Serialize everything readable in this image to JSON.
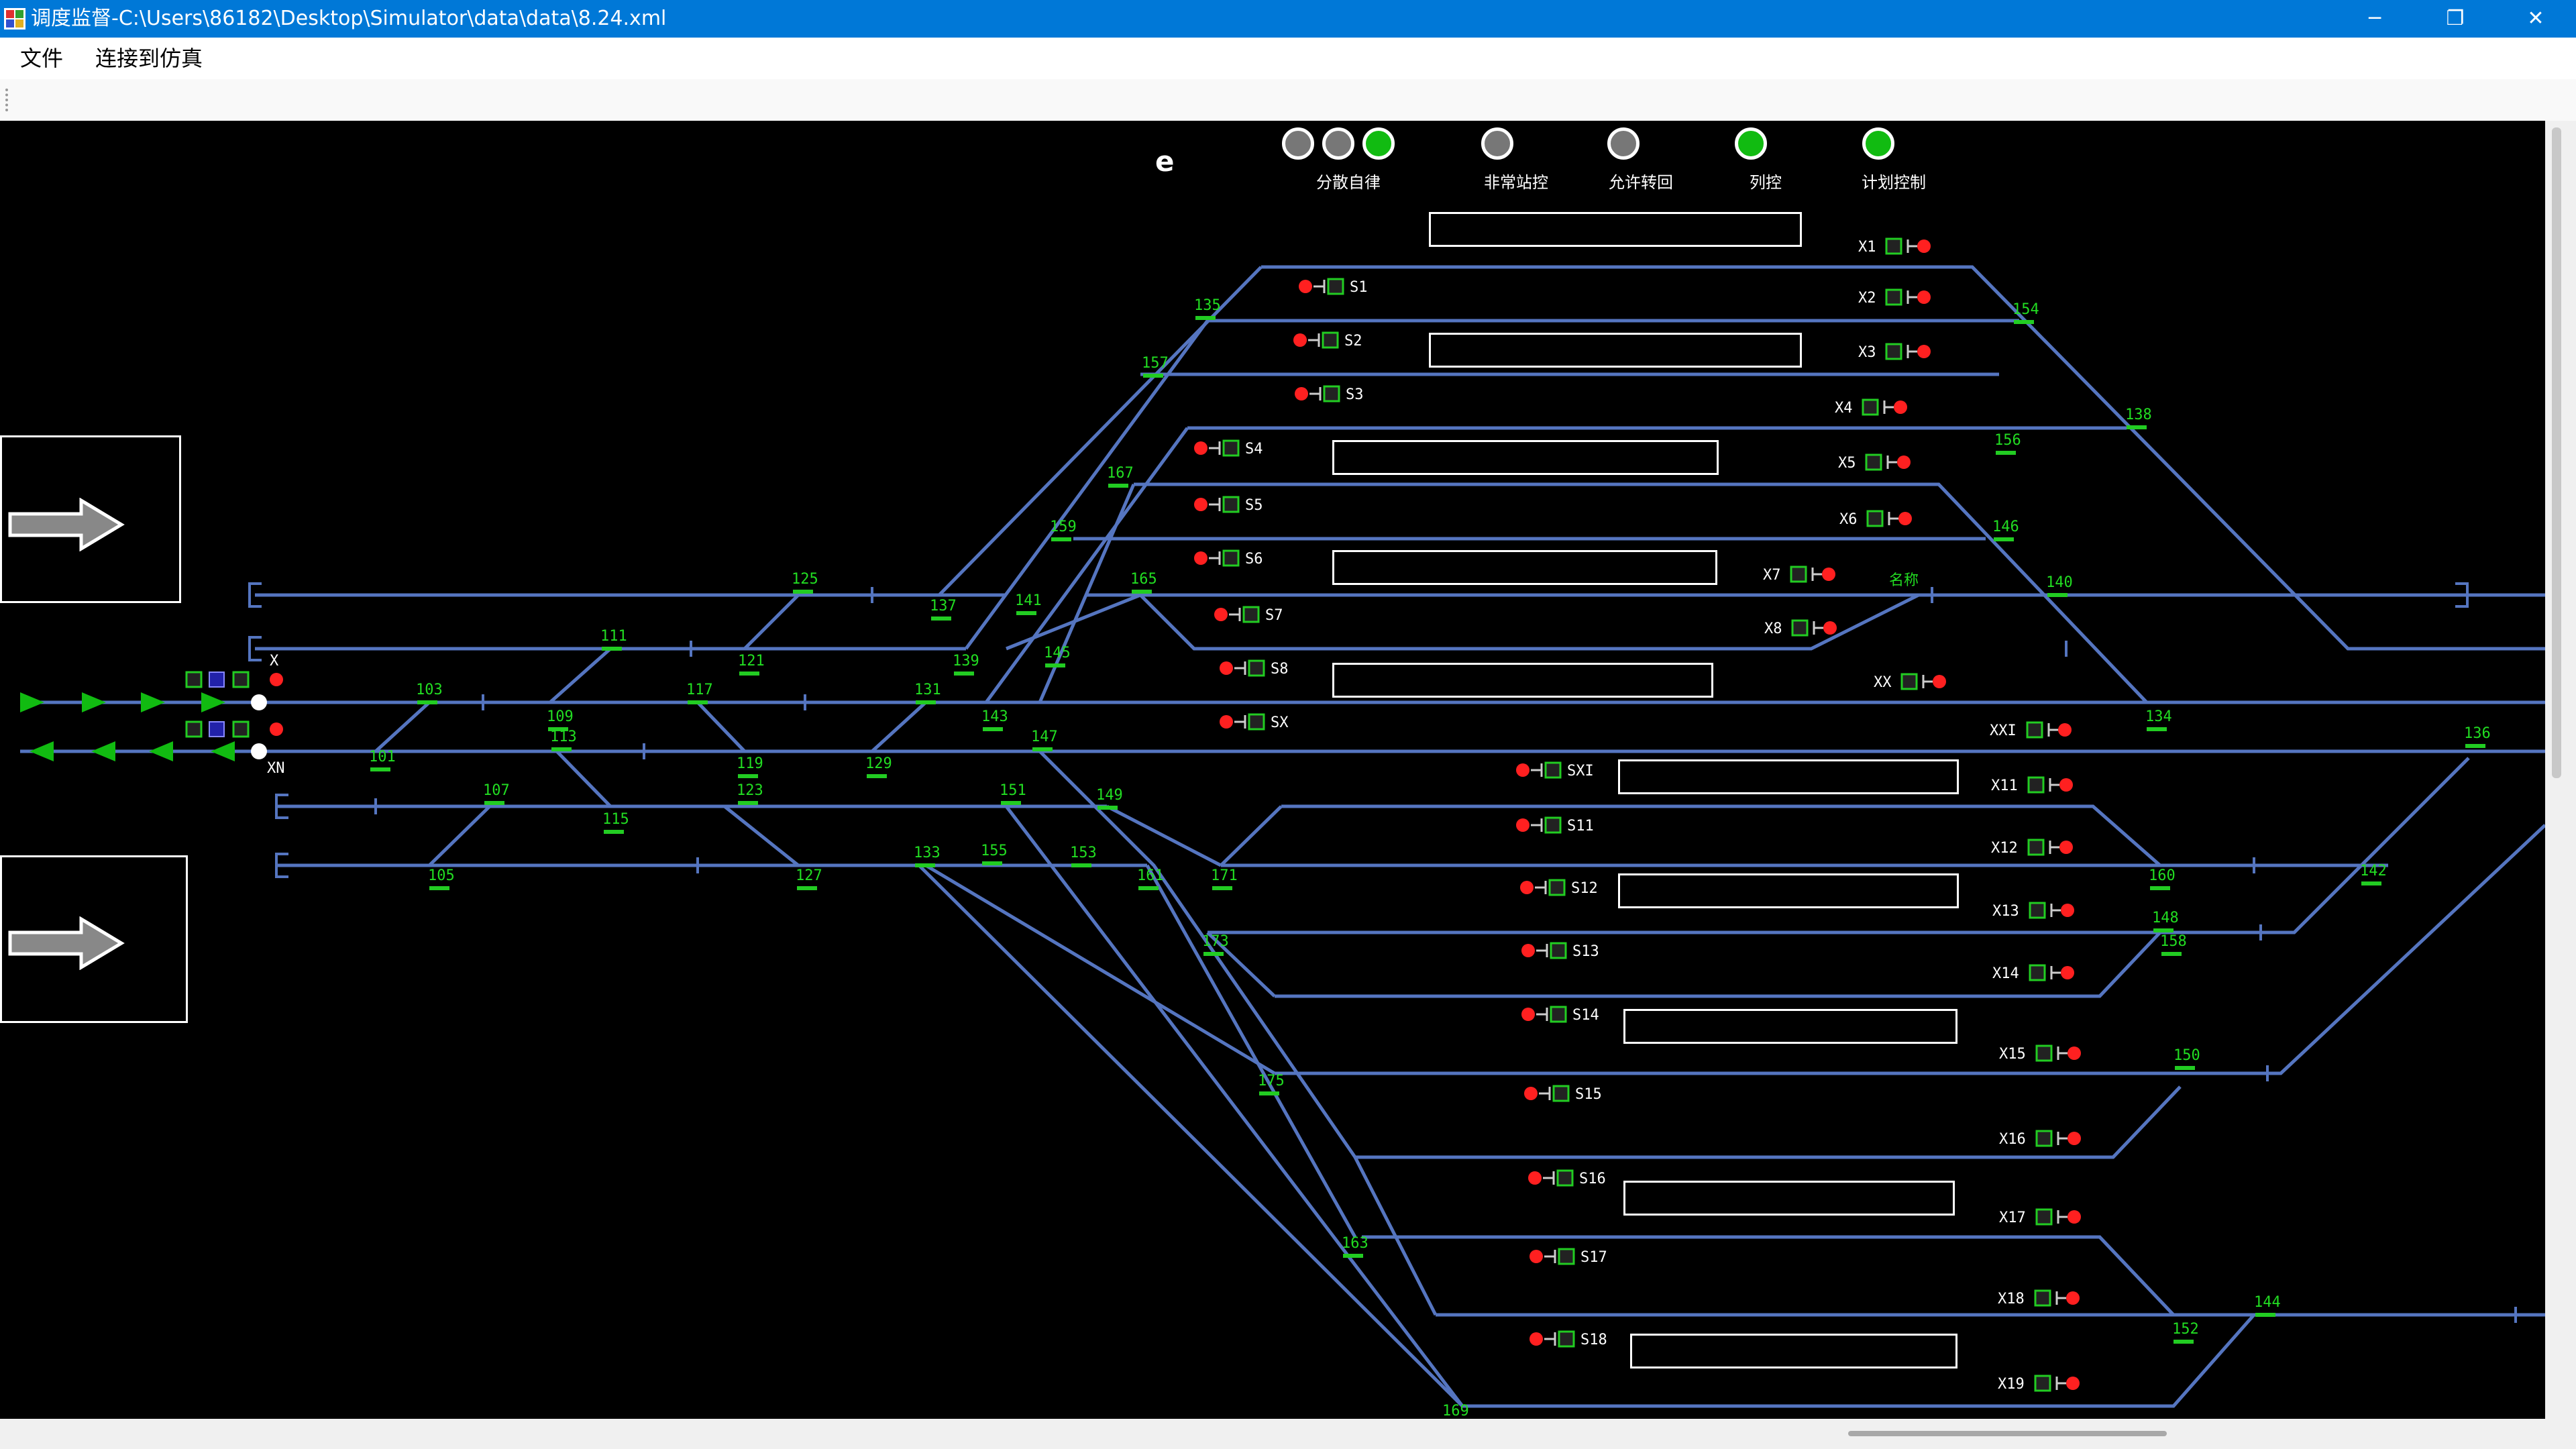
{
  "window": {
    "title": "调度监督-C:\\Users\\86182\\Desktop\\Simulator\\data\\data\\8.24.xml",
    "minimize": "─",
    "restore": "❐",
    "close": "✕"
  },
  "menu": {
    "file": "文件",
    "connect": "连接到仿真"
  },
  "panel": {
    "letter": "e",
    "controls": [
      {
        "label": "分散自律",
        "lamps": [
          "gray",
          "gray",
          "green"
        ]
      },
      {
        "label": "非常站控",
        "lamps": [
          "gray"
        ]
      },
      {
        "label": "允许转回",
        "lamps": [
          "gray"
        ]
      },
      {
        "label": "列控",
        "lamps": [
          "green"
        ]
      },
      {
        "label": "计划控制",
        "lamps": [
          "green"
        ]
      }
    ]
  },
  "colors": {
    "track": "#5575c0",
    "switch": "#22cc22",
    "label": "#22dd22",
    "lamp_red": "#ff2020",
    "lamp_gray": "#777777",
    "lamp_green": "#11bb11",
    "background": "#000000"
  },
  "icons": {
    "direction_arrow": "arrow-right-icon",
    "signal_lamp": "signal-lamp-icon"
  },
  "entry_signals": {
    "up": "X",
    "down": "XN"
  },
  "name_label": "名称",
  "switch_labels": [
    "101",
    "103",
    "105",
    "107",
    "109",
    "111",
    "113",
    "115",
    "117",
    "119",
    "121",
    "123",
    "125",
    "127",
    "129",
    "131",
    "133",
    "135",
    "137",
    "139",
    "141",
    "143",
    "145",
    "147",
    "149",
    "151",
    "153",
    "155",
    "157",
    "159",
    "161",
    "163",
    "165",
    "167",
    "169",
    "171",
    "173",
    "175",
    "134",
    "136",
    "138",
    "140",
    "142",
    "144",
    "146",
    "148",
    "150",
    "152",
    "154",
    "156",
    "158",
    "160"
  ],
  "signals_left": [
    "S1",
    "S2",
    "S3",
    "S4",
    "S5",
    "S6",
    "S7",
    "S8",
    "SX",
    "SXI",
    "S11",
    "S12",
    "S13",
    "S14",
    "S15",
    "S16",
    "S17",
    "S18"
  ],
  "signals_right": [
    "X1",
    "X2",
    "X3",
    "X4",
    "X5",
    "X6",
    "X7",
    "X8",
    "XX",
    "XXI",
    "X11",
    "X12",
    "X13",
    "X14",
    "X15",
    "X16",
    "X17",
    "X18",
    "X19"
  ]
}
